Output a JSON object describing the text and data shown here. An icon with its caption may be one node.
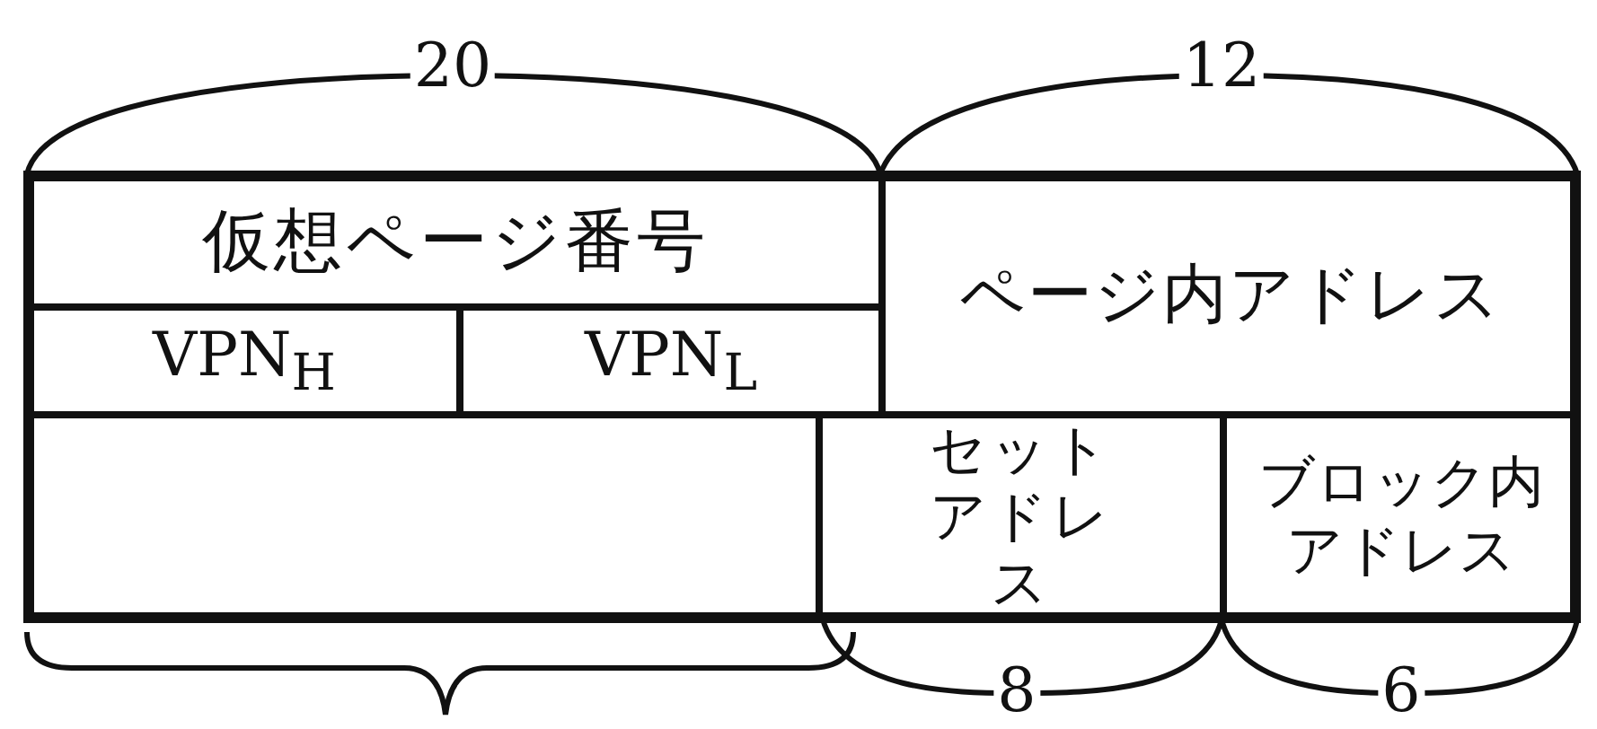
{
  "diagram": {
    "nodes": [
      {
        "text": [
          "仮想ページ番号"
        ]
      },
      {
        "text": [
          "ページ内アドレス"
        ]
      },
      {
        "text": [
          "VPN$_{H}$"
        ]
      },
      {
        "text": [
          "VPN$_{L}$"
        ]
      },
      {
        "text": [],
        "shape": "box"
      },
      {
        "text": [
          "セットアドレス"
        ]
      },
      {
        "text": [
          "ブロック内アドレス"
        ]
      }
    ],
    "labels": [
      "20",
      "12",
      "8",
      "6"
    ]
  }
}
